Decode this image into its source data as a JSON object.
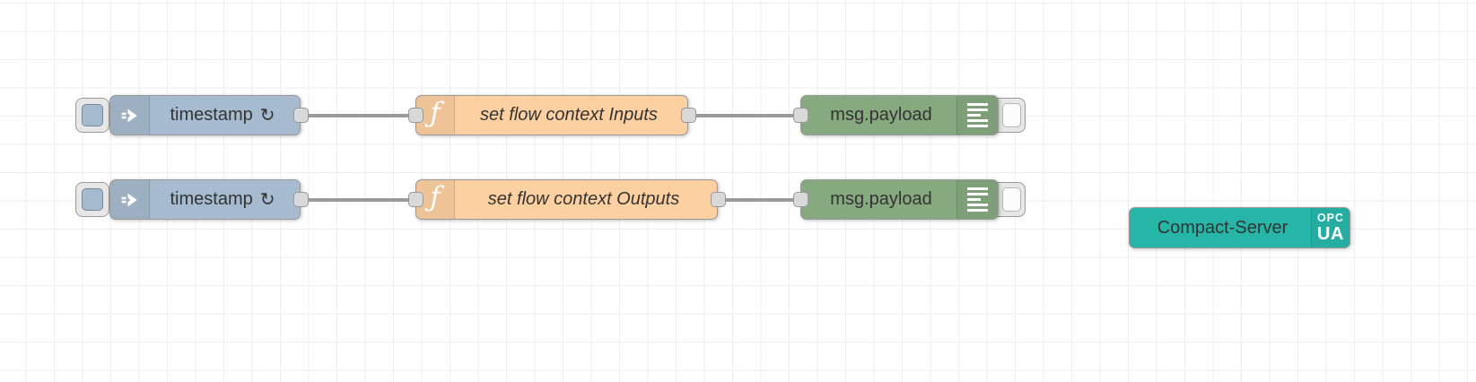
{
  "colors": {
    "canvas": "#ffffff",
    "grid": "#eeeeee",
    "inject": "#a6bbcf",
    "function": "#fdd0a2",
    "debug": "#87a980",
    "server": "#26b5a7",
    "node-border": "#999999",
    "wire": "#9b9b9b",
    "port-fill": "#d9d9d9",
    "port-border": "#999999",
    "label": "#333333"
  },
  "icons": {
    "inject": "arrow-into-node-icon",
    "function_glyph": "ƒ",
    "debug": "console-lines-icon"
  },
  "flow": {
    "rows": [
      {
        "inject_label": "timestamp",
        "inject_repeat": "↻",
        "function_label": "set flow context Inputs",
        "debug_label": "msg.payload"
      },
      {
        "inject_label": "timestamp",
        "inject_repeat": "↻",
        "function_label": "set flow context Outputs",
        "debug_label": "msg.payload"
      }
    ],
    "server": {
      "label": "Compact-Server",
      "badge_top": "OPC",
      "badge_bottom": "UA"
    }
  }
}
